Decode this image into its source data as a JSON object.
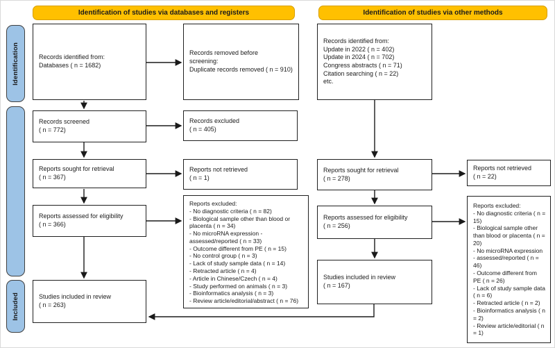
{
  "colors": {
    "header_bg": "#FFC000",
    "sidebar_bg": "#9DC3E6",
    "box_border": "#1f1f1f",
    "arrow": "#1a1a1a"
  },
  "headers": {
    "databases": "Identification of studies via databases and registers",
    "other": "Identification of studies via other methods"
  },
  "sidebar": {
    "identification": "Identification",
    "screening": "",
    "included": "Included"
  },
  "boxes": {
    "db_identified": [
      "Records identified from:",
      "Databases ( n = 1682)"
    ],
    "db_removed": [
      "Records removed before",
      "screening:",
      "Duplicate records removed ( n = 910)"
    ],
    "other_identified": [
      "Records identified from:",
      "Update in 2022 ( n = 402)",
      "Update in 2024 ( n = 702)",
      "Congress abstracts ( n = 71)",
      "Citation searching ( n = 22)",
      "etc."
    ],
    "db_screened": [
      "Records screened",
      "( n = 772)"
    ],
    "db_records_excluded": [
      "Records excluded",
      "( n = 405)"
    ],
    "db_sought": [
      "Reports sought for retrieval",
      "( n = 367)"
    ],
    "db_not_retrieved": [
      "Reports not retrieved",
      "( n = 1)"
    ],
    "other_sought": [
      "Reports sought for retrieval",
      "( n = 278)"
    ],
    "other_not_retrieved": [
      "Reports not retrieved",
      "( n = 22)"
    ],
    "db_assessed": [
      "Reports assessed for eligibility",
      "( n = 366)"
    ],
    "db_reports_excluded": [
      "Reports excluded:",
      "- No diagnostic criteria ( n = 82)",
      "- Biological sample other than blood or placenta ( n = 34)",
      "- No microRNA expression - assessed/reported ( n = 33)",
      "- Outcome different from PE ( n = 15)",
      "- No control group ( n = 3)",
      "- Lack of study sample data ( n = 14)",
      "- Retracted article ( n = 4)",
      "- Article in Chinese/Czech ( n = 4)",
      "- Study performed on animals ( n = 3)",
      "- Bioinformatics analysis ( n = 3)",
      "- Review article/editorial/abstract ( n = 76)"
    ],
    "other_assessed": [
      "Reports assessed for eligibility",
      "( n = 256)"
    ],
    "other_reports_excluded": [
      "Reports excluded:",
      "- No diagnostic criteria ( n = 15)",
      "- Biological sample other than blood or placenta ( n = 20)",
      "- No microRNA expression - assessed/reported ( n = 46)",
      "- Outcome different from PE ( n = 26)",
      "- Lack of study sample data ( n = 6)",
      "- Retracted article ( n = 2)",
      "- Bioinformatics analysis ( n = 2)",
      "- Review article/editorial ( n = 1)"
    ],
    "db_included": [
      "Studies included in review",
      "( n = 263)"
    ],
    "other_included": [
      "Studies included in review",
      "( n = 167)"
    ]
  }
}
